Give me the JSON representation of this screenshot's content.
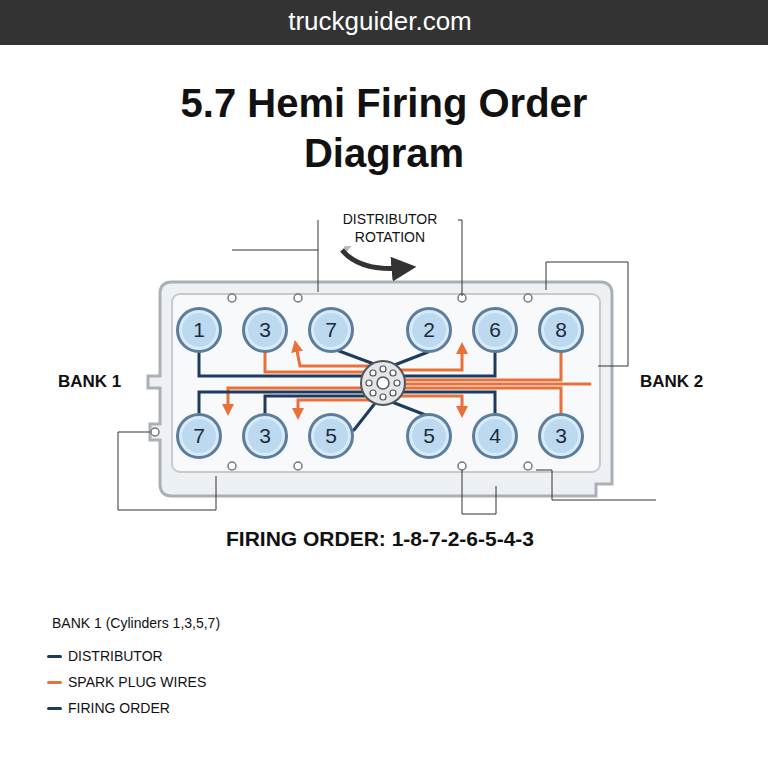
{
  "diagram": {
    "title": "5.7 Hemi Firing Order Diagram",
    "nodes": [
      {
        "text": [
          "1"
        ]
      },
      {
        "text": [
          "3"
        ]
      },
      {
        "text": [
          "7"
        ]
      },
      {
        "text": [
          "2"
        ]
      },
      {
        "text": [
          "6"
        ]
      },
      {
        "text": [
          "8"
        ]
      },
      {
        "text": [
          "7"
        ]
      },
      {
        "text": [
          "3"
        ]
      },
      {
        "text": [
          "5"
        ]
      },
      {
        "text": [
          "5"
        ]
      },
      {
        "text": [
          "4"
        ]
      },
      {
        "text": [
          "3"
        ]
      }
    ],
    "labels": [
      "truckguider.com",
      "DISTRIBUTOR ROTATION",
      "BANK 1",
      "BANK 2",
      "FIRING ORDER: 1-8-7-2-6-5-4-3",
      "BANK 1 (Cylinders 1,3,5,7)"
    ],
    "legend": [
      {
        "text": "DISTRIBUTOR"
      },
      {
        "text": "SPARK PLUG WIRES"
      },
      {
        "text": "FIRING ORDER"
      }
    ]
  }
}
